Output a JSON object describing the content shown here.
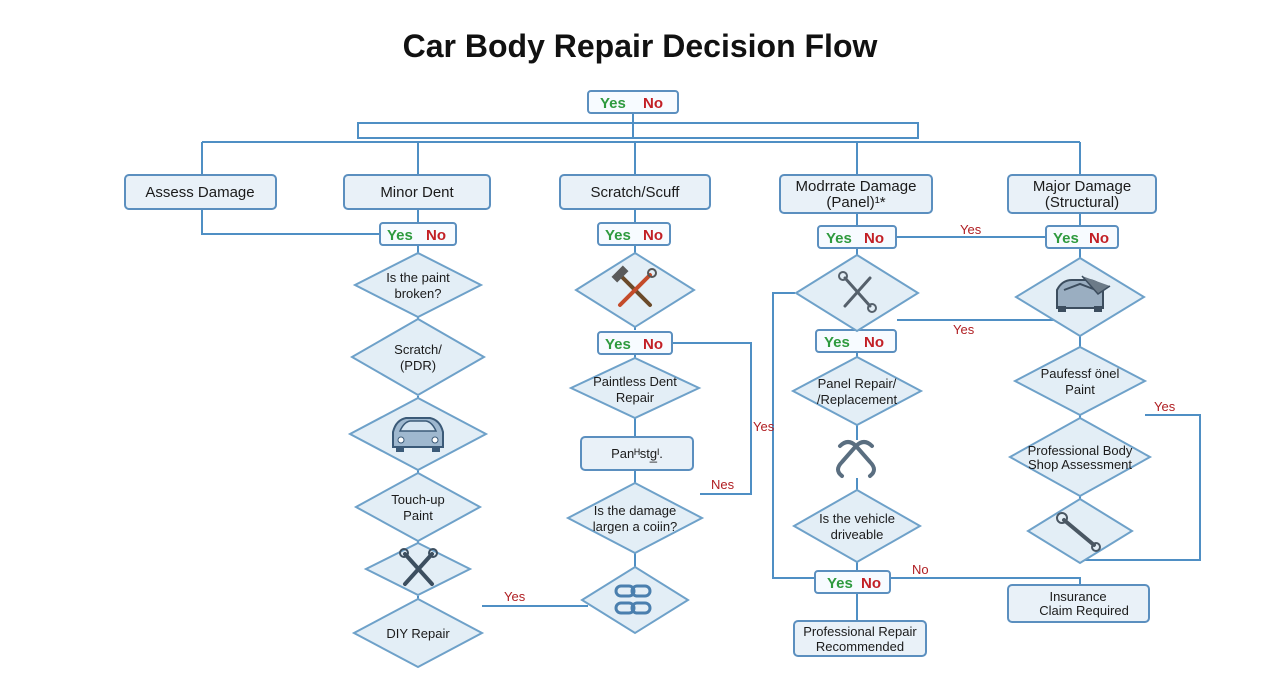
{
  "title": "Car Body Repair Decision Flow",
  "yes": "Yes",
  "no": "No",
  "boxes": {
    "assess_damage": "Assess Damage",
    "minor_dent": "Minor Dent",
    "scratch_scuff": "Scratch/Scuff",
    "moderate_1": "Modrrate Damage",
    "moderate_2": "(Panel)¹*",
    "major_1": "Major Damage",
    "major_2": "(Structural)",
    "panhs": "Panᴴstg̲ᴵ.",
    "insurance_1": "Insurance",
    "insurance_2": "Claim Required",
    "pro_repair_1": "Professional Repair",
    "pro_repair_2": "Recommended"
  },
  "diamonds": {
    "paint_broken_1": "Is the paint",
    "paint_broken_2": "broken?",
    "scratch_pdr_1": "Scratch/",
    "scratch_pdr_2": "(PDR)",
    "touchup_1": "Touch-up",
    "touchup_2": "Paint",
    "diy": "DIY Repair",
    "pdr_1": "Paintless Dent",
    "pdr_2": "Repair",
    "larger_coin_1": "Is the damage",
    "larger_coin_2": "largen a coiin?",
    "panel_repl_1": "Panel Repair/",
    "panel_repl_2": "/Replacement",
    "drivable_1": "Is the vehicle",
    "drivable_2": "driveable",
    "paufessional_1": "Paufessf önel",
    "paufessional_2": "Paint",
    "body_shop_1": "Professional Body",
    "body_shop_2": "Shop Assessment"
  },
  "edge_labels": {
    "yes_moderate": "Yes",
    "yes_mid_right": "Yes",
    "yes_far_right": "Yes",
    "yes_vertical": "Yes",
    "nes": "Nes",
    "yes_diy": "Yes",
    "no_bottom": "No"
  },
  "icons": {
    "hammer_wrench": "hammer-wrench-icon",
    "wrench_pair": "wrench-pair-icon",
    "damaged_car": "damaged-car-icon",
    "car_front": "car-front-icon",
    "chain": "chain-icon",
    "broken_link": "broken-link-icon",
    "single_wrench": "wrench-icon"
  }
}
